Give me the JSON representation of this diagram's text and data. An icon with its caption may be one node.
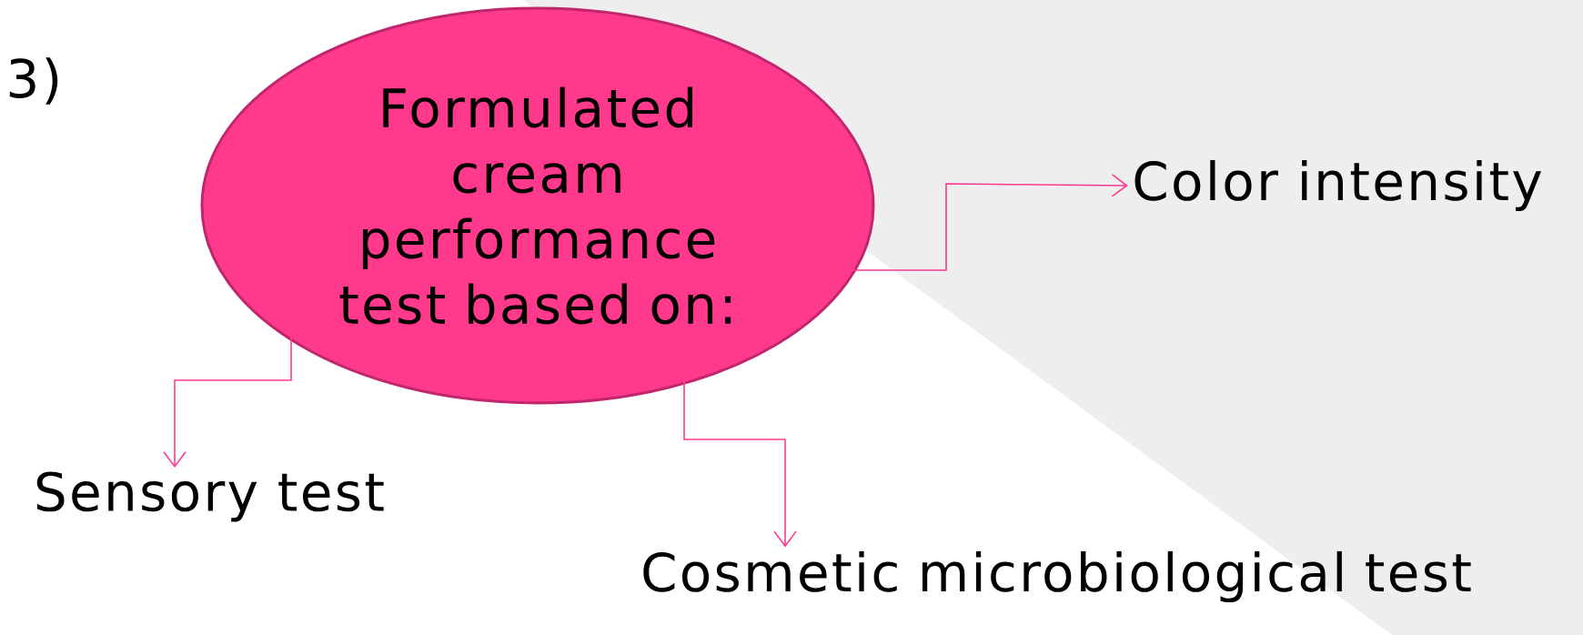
{
  "diagram": {
    "nodes": [
      {
        "text": [
          "Formulated cream performance test based on:"
        ]
      },
      {
        "text": [
          "Color intensity"
        ]
      },
      {
        "text": [
          "Sensory test"
        ]
      },
      {
        "text": [
          "Cosmetic microbiological test"
        ]
      }
    ],
    "edges": [
      {
        "from": 0,
        "to": 1,
        "arrow": "to"
      },
      {
        "from": 0,
        "to": 2,
        "arrow": "to"
      },
      {
        "from": 0,
        "to": 3,
        "arrow": "to"
      }
    ],
    "labels": [
      "3)"
    ]
  }
}
